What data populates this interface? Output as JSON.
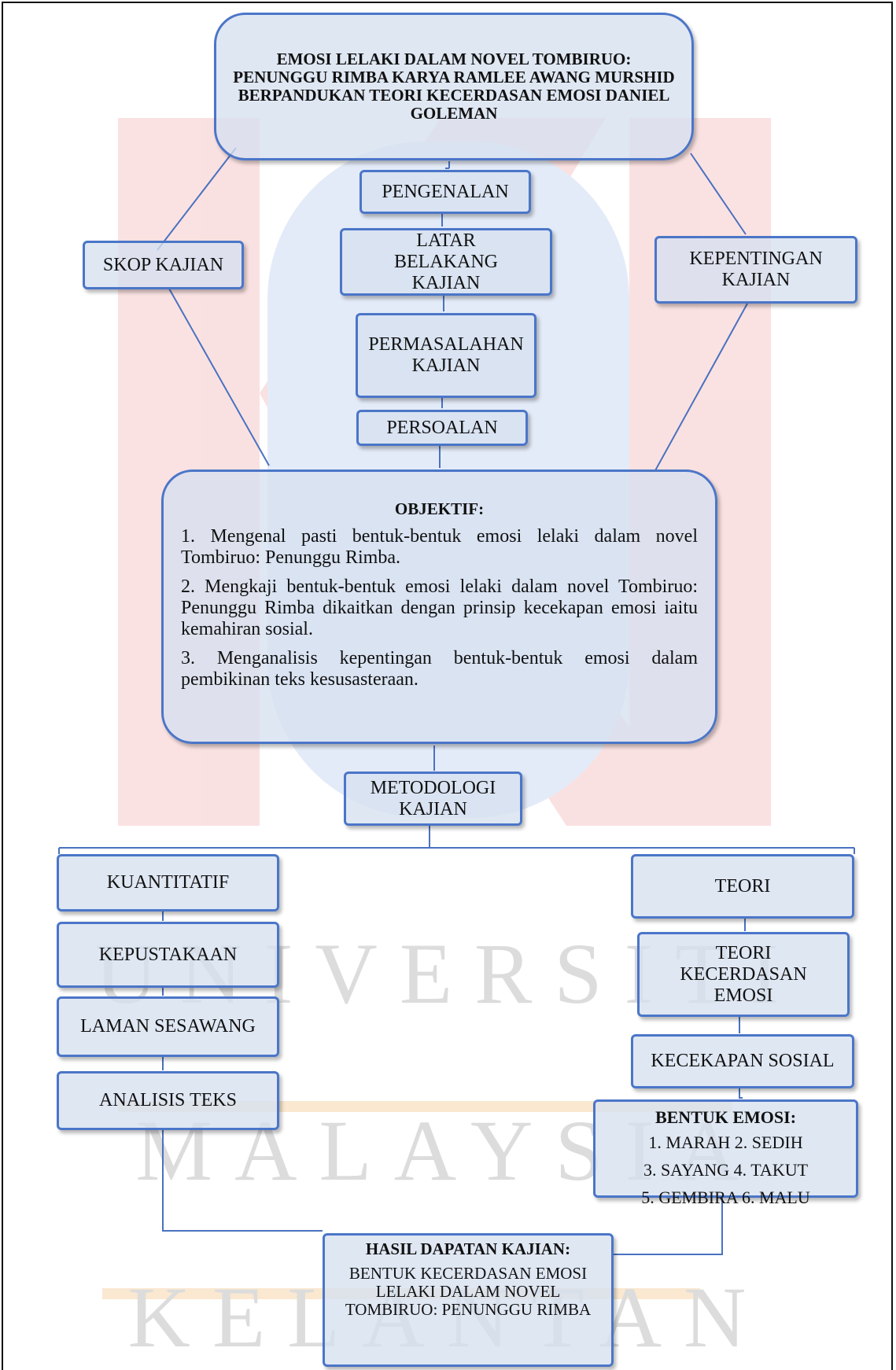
{
  "diagram": {
    "title": "EMOSI LELAKI DALAM NOVEL TOMBIRUO: PENUNGGU RIMBA KARYA RAMLEE AWANG MURSHID BERPANDUKAN TEORI KECERDASAN EMOSI DANIEL GOLEMAN",
    "center_flow": {
      "pengenalan": "PENGENALAN",
      "latar_belakang": "LATAR BELAKANG KAJIAN",
      "permasalahan": "PERMASALAHAN KAJIAN",
      "persoalan": "PERSOALAN"
    },
    "skop": "SKOP KAJIAN",
    "kepentingan": "KEPENTINGAN KAJIAN",
    "objektif": {
      "heading": "OBJEKTIF:",
      "items": [
        "1. Mengenal pasti bentuk-bentuk emosi lelaki dalam novel Tombiruo: Penunggu Rimba.",
        "2. Mengkaji bentuk-bentuk emosi lelaki dalam novel Tombiruo: Penunggu Rimba dikaitkan dengan prinsip kecekapan emosi iaitu kemahiran sosial.",
        "3. Menganalisis kepentingan bentuk-bentuk emosi dalam pembikinan teks kesusasteraan."
      ]
    },
    "metodologi": "METODOLOGI KAJIAN",
    "left_branch": [
      "KUANTITATIF",
      "KEPUSTAKAAN",
      "LAMAN SESAWANG",
      "ANALISIS TEKS"
    ],
    "right_branch": {
      "teori": "TEORI",
      "teori_kecerdasan": "TEORI KECERDASAN EMOSI",
      "kecekapan": "KECEKAPAN SOSIAL",
      "bentuk_emosi": {
        "heading": "BENTUK EMOSI:",
        "rows": [
          "1. MARAH 2. SEDIH",
          "3. SAYANG 4. TAKUT",
          "5. GEMBIRA 6. MALU"
        ]
      }
    },
    "hasil": {
      "heading": "HASIL DAPATAN KAJIAN:",
      "body": "BENTUK KECERDASAN EMOSI LELAKI DALAM NOVEL TOMBIRUO: PENUNGGU RIMBA"
    }
  },
  "watermark": {
    "lines": [
      "UNIVERSITI",
      "MALAYSIA",
      "KELANTAN"
    ]
  }
}
